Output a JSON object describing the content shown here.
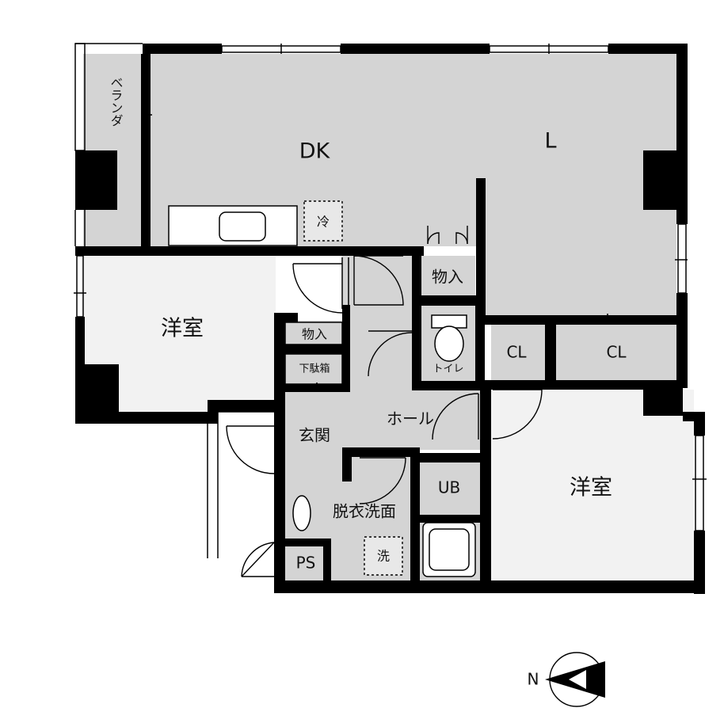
{
  "floor_plan": {
    "rooms": {
      "veranda": "ベランダ",
      "dk": "DK",
      "living": "L",
      "western_room_1": "洋室",
      "western_room_2": "洋室",
      "storage_1": "物入",
      "storage_2": "物入",
      "shoe_closet": "下駄箱",
      "toilet": "トイレ",
      "closet_1": "CL",
      "closet_2": "CL",
      "hall": "ホール",
      "entrance": "玄関",
      "dressing_room": "脱衣洗面",
      "unit_bath": "UB",
      "pipe_space": "PS"
    },
    "fixtures": {
      "fridge": "冷",
      "washer": "洗"
    },
    "compass": {
      "north_label": "N"
    },
    "colors": {
      "room_fill": "#d4d4d4",
      "white_room_fill": "#f2f2f2",
      "wall": "#000000"
    }
  }
}
